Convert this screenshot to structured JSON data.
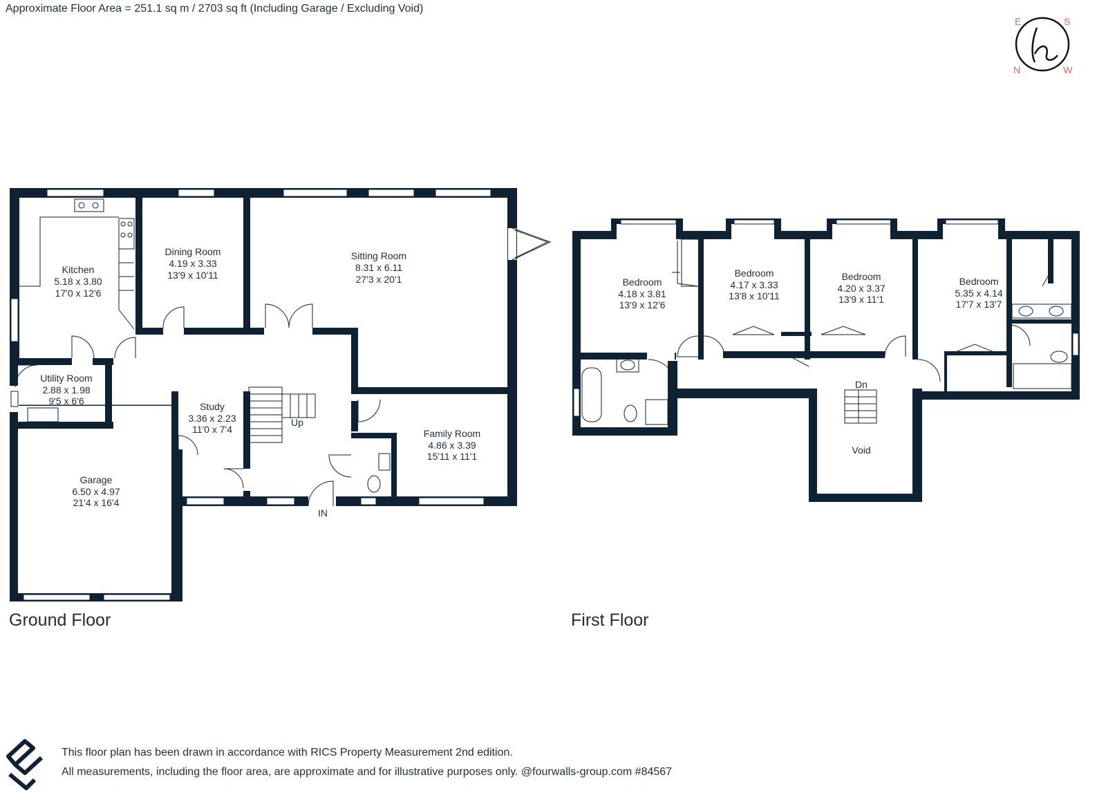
{
  "header": {
    "area_text": "Approximate Floor Area = 251.1 sq m / 2703 sq ft (Including Garage / Excluding Void)"
  },
  "compass": {
    "e": "E",
    "s": "S",
    "n": "N",
    "w": "W",
    "color": "#e5675f"
  },
  "ground_floor": {
    "title": "Ground Floor",
    "rooms": [
      {
        "name": "Kitchen",
        "metric": "5.18 x 3.80",
        "imperial": "17'0 x 12'6"
      },
      {
        "name": "Dining Room",
        "metric": "4.19 x 3.33",
        "imperial": "13'9 x 10'11"
      },
      {
        "name": "Sitting Room",
        "metric": "8.31 x 6.11",
        "imperial": "27'3 x 20'1"
      },
      {
        "name": "Utility Room",
        "metric": "2.88 x 1.98",
        "imperial": "9'5 x 6'6"
      },
      {
        "name": "Study",
        "metric": "3.36 x 2.23",
        "imperial": "11'0 x 7'4"
      },
      {
        "name": "Family Room",
        "metric": "4.86 x 3.39",
        "imperial": "15'11 x 11'1"
      },
      {
        "name": "Garage",
        "metric": "6.50 x 4.97",
        "imperial": "21'4 x 16'4"
      }
    ],
    "stair_label": "Up",
    "entrance_label": "IN"
  },
  "first_floor": {
    "title": "First Floor",
    "rooms": [
      {
        "name": "Bedroom",
        "metric": "4.18 x 3.81",
        "imperial": "13'9 x 12'6"
      },
      {
        "name": "Bedroom",
        "metric": "4.17 x 3.33",
        "imperial": "13'8 x 10'11"
      },
      {
        "name": "Bedroom",
        "metric": "4.20 x 3.37",
        "imperial": "13'9 x 11'1"
      },
      {
        "name": "Bedroom",
        "metric": "5.35 x 4.14",
        "imperial": "17'7 x 13'7"
      }
    ],
    "stair_label": "Dn",
    "void_label": "Void"
  },
  "footer": {
    "line1": "This floor plan has been drawn in accordance with RICS Property Measurement 2nd edition.",
    "line2": "All measurements, including the floor area, are approximate and for illustrative purposes only. @fourwalls-group.com #84567"
  },
  "colors": {
    "wall": "#0f2233",
    "text": "#1f2d38"
  }
}
